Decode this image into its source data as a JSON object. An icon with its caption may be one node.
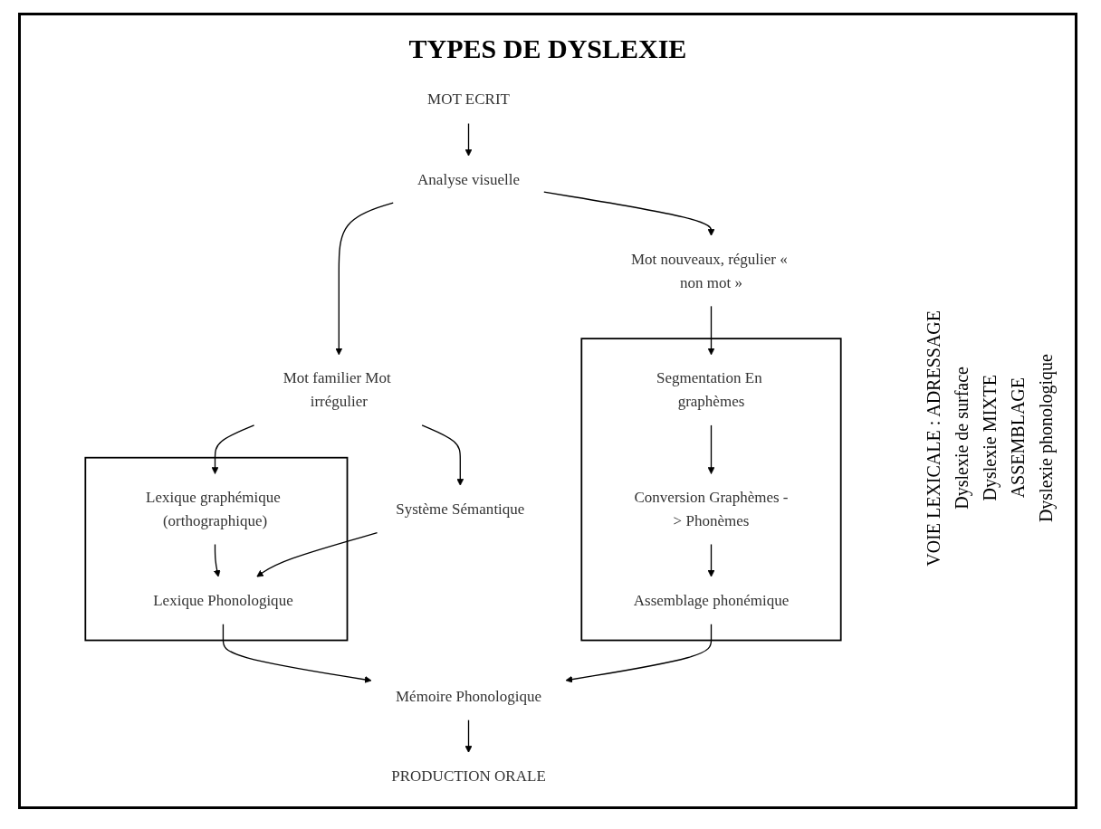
{
  "diagram": {
    "title": "TYPES DE DYSLEXIE",
    "nodes": [
      {
        "text": [
          "MOT ECRIT"
        ]
      },
      {
        "text": [
          "Analyse visuelle"
        ]
      },
      {
        "text": [
          "Mot familier Mot irrégulier"
        ]
      },
      {
        "text": [
          "Mot nouveaux, régulier « non mot »"
        ]
      },
      {
        "text": [],
        "shape": "box"
      },
      {
        "text": [
          "Lexique graphémique (orthographique)"
        ],
        "in": 4
      },
      {
        "text": [
          "Lexique Phonologique"
        ],
        "in": 4
      },
      {
        "text": [
          "Système Sémantique"
        ]
      },
      {
        "text": [],
        "shape": "box"
      },
      {
        "text": [
          "Segmentation En graphèmes"
        ],
        "in": 8
      },
      {
        "text": [
          "Conversion Graphèmes -> Phonèmes"
        ],
        "in": 8
      },
      {
        "text": [
          "Assemblage phonémique"
        ],
        "in": 8
      },
      {
        "text": [
          "Mémoire Phonologique"
        ]
      },
      {
        "text": [
          "PRODUCTION ORALE"
        ]
      }
    ],
    "edges": [
      {
        "from": 0,
        "to": 1,
        "arrow": "to"
      },
      {
        "from": 1,
        "to": 2,
        "arrow": "to"
      },
      {
        "from": 1,
        "to": 3,
        "arrow": "to"
      },
      {
        "from": 2,
        "to": 7,
        "arrow": "to"
      },
      {
        "from": 2,
        "to": 5,
        "arrow": "to"
      },
      {
        "from": 5,
        "to": 6,
        "arrow": "to"
      },
      {
        "from": 7,
        "to": 6,
        "arrow": "to"
      },
      {
        "from": 3,
        "to": 9,
        "arrow": "to"
      },
      {
        "from": 9,
        "to": 10,
        "arrow": "to"
      },
      {
        "from": 10,
        "to": 11,
        "arrow": "to"
      },
      {
        "from": 6,
        "to": 12,
        "arrow": "to"
      },
      {
        "from": 11,
        "to": 12,
        "arrow": "to"
      },
      {
        "from": 12,
        "to": 13,
        "arrow": "to"
      }
    ],
    "labels": [
      "VOIE LEXICALE : ADRESSAGE",
      "Dyslexie de surface",
      "Dyslexie MIXTE",
      "ASSEMBLAGE",
      "Dyslexie phonologique"
    ]
  }
}
